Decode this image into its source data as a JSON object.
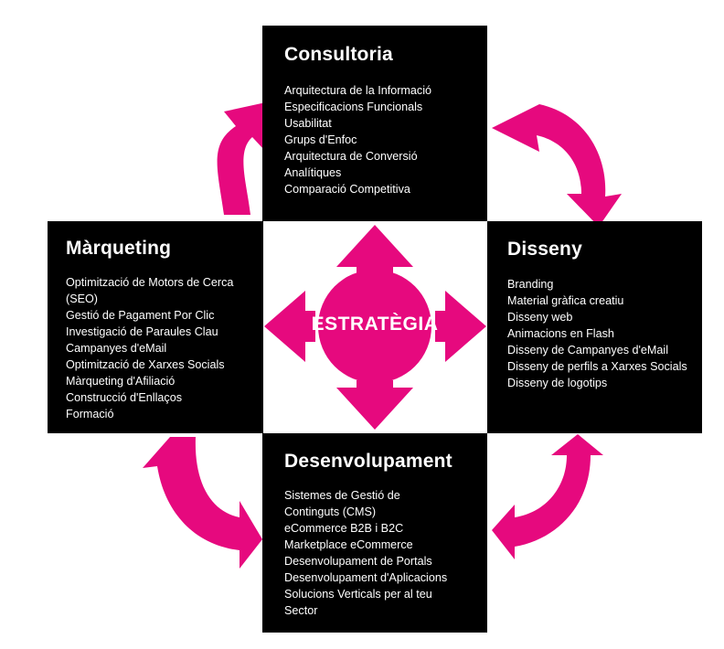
{
  "center": {
    "label": "ESTRATÈGIA"
  },
  "colors": {
    "accent": "#e6097e",
    "box": "#000000",
    "text": "#ffffff"
  },
  "boxes": {
    "consultoria": {
      "title": "Consultoria",
      "items": [
        "Arquitectura de la Informació",
        "Especificacions Funcionals",
        "Usabilitat",
        "Grups d'Enfoc",
        "Arquitectura de Conversió",
        "Analítiques",
        "Comparació Competitiva"
      ]
    },
    "marqueting": {
      "title": "Màrqueting",
      "items": [
        "Optimització de Motors de Cerca",
        "(SEO)",
        "Gestió de Pagament Por Clic",
        "Investigació de Paraules Clau",
        "Campanyes d'eMail",
        "Optimització de Xarxes Socials",
        "Màrqueting d'Afiliació",
        "Construcció d'Enllaços",
        "Formació"
      ]
    },
    "disseny": {
      "title": "Disseny",
      "items": [
        "Branding",
        "Material gràfica creatiu",
        "Disseny web",
        "Animacions en Flash",
        "Disseny de Campanyes d'eMail",
        "Disseny de perfils a Xarxes Socials",
        "Disseny de logotips"
      ]
    },
    "desenvolupament": {
      "title": "Desenvolupament",
      "items": [
        "Sistemes de Gestió de",
        "Continguts (CMS)",
        "eCommerce B2B i B2C",
        "Marketplace eCommerce",
        "Desenvolupament de Portals",
        "Desenvolupament d'Aplicacions",
        "Solucions Verticals per al teu",
        "Sector"
      ]
    }
  }
}
